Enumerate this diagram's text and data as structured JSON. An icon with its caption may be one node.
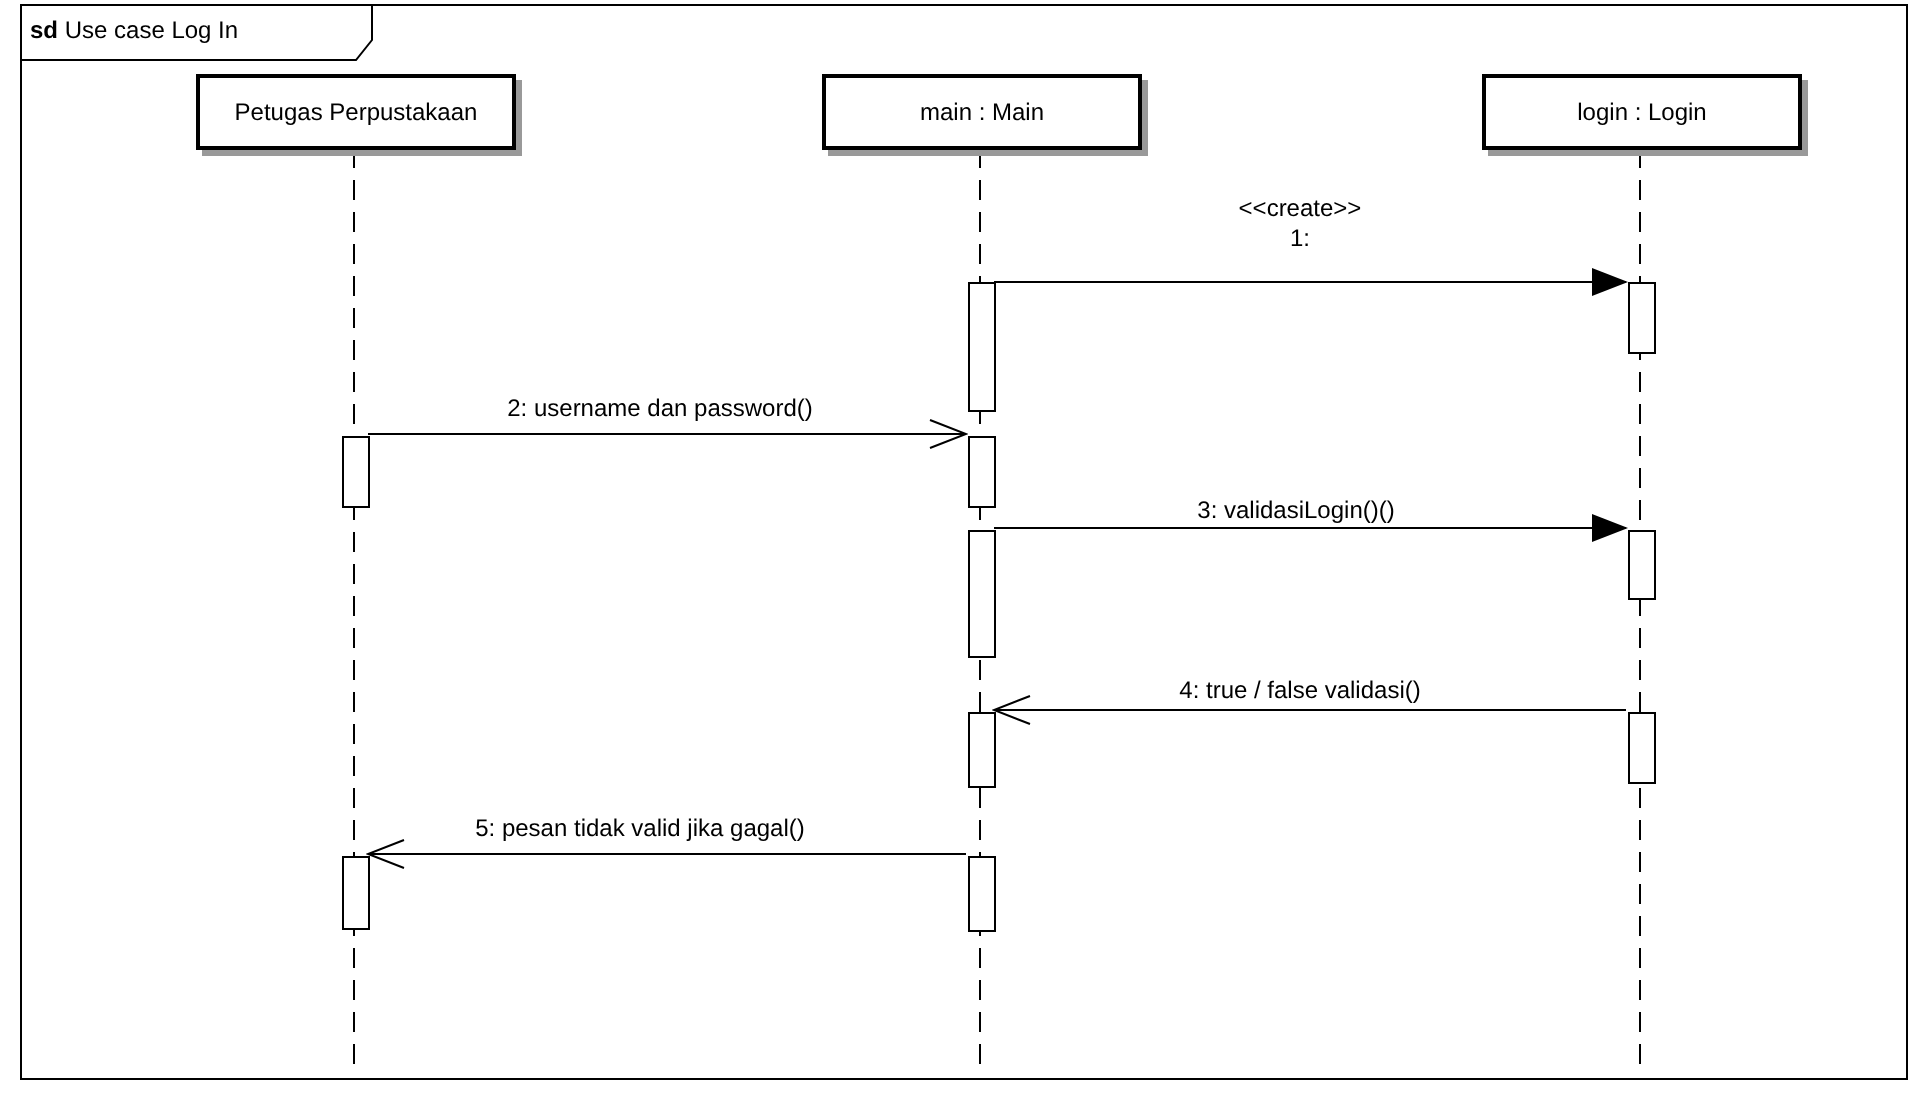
{
  "diagram": {
    "nodes": [
      {
        "text": [
          "**sd** Use case Log In"
        ]
      },
      {
        "text": [
          "Petugas Perpustakaan"
        ],
        "in": 0
      },
      {
        "text": [
          "main : Main"
        ],
        "in": 0
      },
      {
        "text": [
          "login : Login"
        ],
        "in": 0
      },
      {
        "text": [],
        "shape": "bar",
        "in": 0
      },
      {
        "text": [],
        "shape": "bar",
        "in": 0
      },
      {
        "text": [],
        "shape": "bar",
        "in": 0
      },
      {
        "text": [],
        "shape": "bar",
        "in": 0
      },
      {
        "text": [],
        "shape": "bar",
        "in": 0
      },
      {
        "text": [],
        "shape": "bar",
        "in": 0
      },
      {
        "text": [],
        "shape": "bar",
        "in": 0
      },
      {
        "text": [],
        "shape": "bar",
        "in": 0
      },
      {
        "text": [],
        "shape": "bar",
        "in": 0
      },
      {
        "text": [],
        "shape": "bar",
        "in": 0
      }
    ],
    "edges": [
      {
        "from": 4,
        "to": 5,
        "arrow": "to",
        "label": "<<create>> 1:"
      },
      {
        "from": 6,
        "to": 7,
        "arrow": "to",
        "label": "2: username dan password()"
      },
      {
        "from": 8,
        "to": 9,
        "arrow": "to",
        "label": "3: validasiLogin()()"
      },
      {
        "from": 11,
        "to": 10,
        "arrow": "to",
        "label": "4: true / false validasi()"
      },
      {
        "from": 13,
        "to": 12,
        "arrow": "to",
        "label": "5: pesan tidak valid jika gagal()"
      },
      {
        "from": 1,
        "to": null,
        "arrow": "none",
        "style": "dashed"
      },
      {
        "from": 2,
        "to": null,
        "arrow": "none",
        "style": "dashed"
      },
      {
        "from": 3,
        "to": null,
        "arrow": "none",
        "style": "dashed"
      }
    ]
  }
}
